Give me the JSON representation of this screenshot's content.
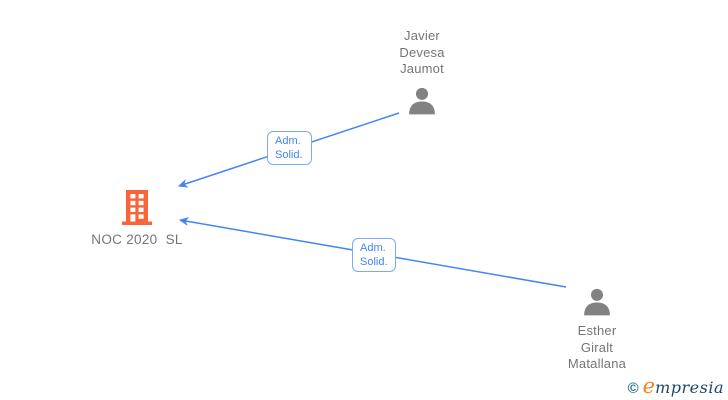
{
  "diagram": {
    "type": "company-relationship-graph",
    "company": {
      "label": "NOC 2020  SL",
      "icon": "building-icon",
      "icon_color": "#F96438"
    },
    "people": [
      {
        "name": "Javier Devesa Jaumot",
        "lines": [
          "Javier",
          "Devesa",
          "Jaumot"
        ],
        "icon": "person-icon"
      },
      {
        "name": "Esther Giralt Matallana",
        "lines": [
          "Esther",
          "Giralt",
          "Matallana"
        ],
        "icon": "person-icon"
      }
    ],
    "edges": [
      {
        "from": "Javier Devesa Jaumot",
        "to": "NOC 2020 SL",
        "label_line1": "Adm.",
        "label_line2": "Solid."
      },
      {
        "from": "Esther Giralt Matallana",
        "to": "NOC 2020 SL",
        "label_line1": "Adm.",
        "label_line2": "Solid."
      }
    ],
    "colors": {
      "edge_blue": "#4285F4",
      "edge_label_border": "#7BAAF7",
      "edge_label_text": "#4285F4",
      "person_gray": "#828282",
      "name_text_gray": "#757575",
      "building_orange": "#F96438"
    }
  },
  "watermark": {
    "copyright_symbol": "©",
    "brand_initial": "e",
    "brand_rest": "mpresia",
    "colors": {
      "copyright": "#2B7A8C",
      "initial": "#F0831E",
      "rest": "#1E4668"
    }
  }
}
